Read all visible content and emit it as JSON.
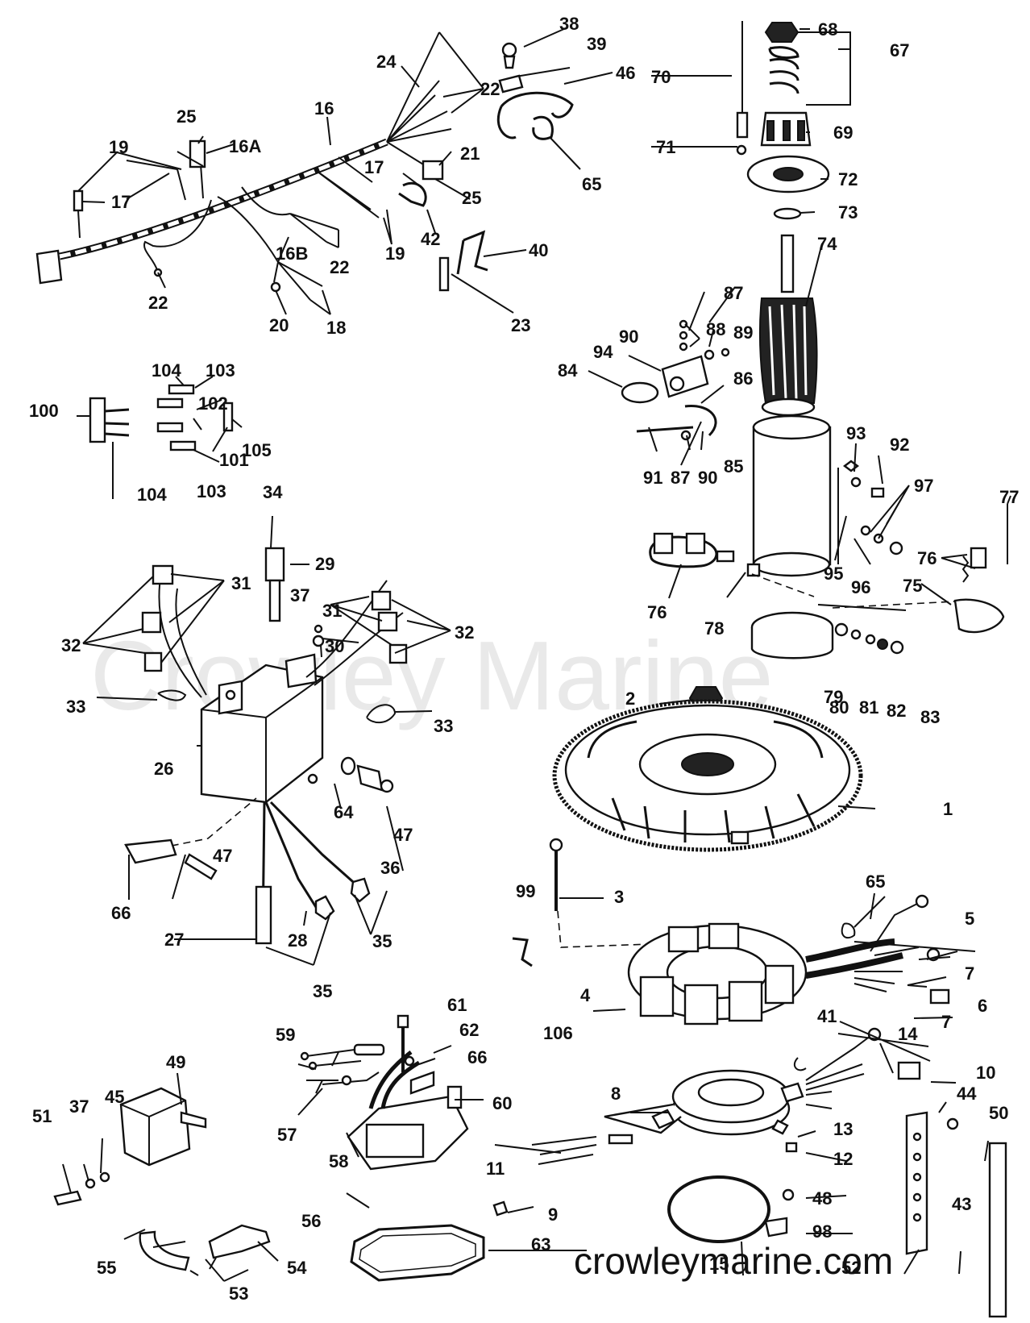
{
  "watermark": "Crowley Marine",
  "site_url": "crowleymarine.com",
  "callouts": [
    "1",
    "2",
    "3",
    "4",
    "5",
    "6",
    "7",
    "8",
    "9",
    "10",
    "11",
    "12",
    "13",
    "14",
    "15",
    "16",
    "16A",
    "16B",
    "17",
    "18",
    "19",
    "20",
    "21",
    "22",
    "23",
    "24",
    "25",
    "26",
    "27",
    "28",
    "29",
    "30",
    "31",
    "32",
    "33",
    "34",
    "35",
    "36",
    "37",
    "38",
    "39",
    "40",
    "41",
    "42",
    "43",
    "44",
    "45",
    "46",
    "47",
    "48",
    "49",
    "50",
    "51",
    "52",
    "53",
    "54",
    "55",
    "56",
    "57",
    "58",
    "59",
    "60",
    "61",
    "62",
    "63",
    "64",
    "65",
    "66",
    "67",
    "68",
    "69",
    "70",
    "71",
    "72",
    "73",
    "74",
    "75",
    "76",
    "77",
    "78",
    "79",
    "80",
    "81",
    "82",
    "83",
    "84",
    "85",
    "86",
    "87",
    "88",
    "89",
    "90",
    "91",
    "92",
    "93",
    "94",
    "95",
    "96",
    "97",
    "98",
    "99",
    "100",
    "101",
    "102",
    "103",
    "104",
    "105",
    "106"
  ]
}
